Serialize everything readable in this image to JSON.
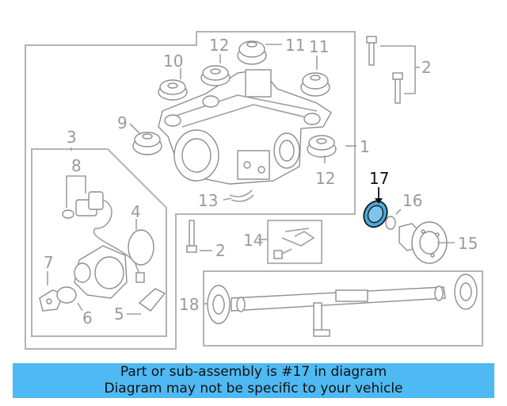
{
  "callouts": {
    "c1": "1",
    "c2a": "2",
    "c2b": "2",
    "c3": "3",
    "c4": "4",
    "c5": "5",
    "c6": "6",
    "c7": "7",
    "c8": "8",
    "c9": "9",
    "c10": "10",
    "c11a": "11",
    "c11b": "11",
    "c12a": "12",
    "c12b": "12",
    "c13": "13",
    "c14": "14",
    "c15": "15",
    "c16": "16",
    "c17": "17",
    "c18": "18"
  },
  "colors": {
    "highlight_part": "#4aa8dc",
    "banner_bg": "#4fb9f3",
    "line_gray": "#a0a0a0"
  },
  "banner": {
    "line1": "Part or sub-assembly is #17 in diagram",
    "line2": "Diagram may not be specific to your vehicle"
  }
}
